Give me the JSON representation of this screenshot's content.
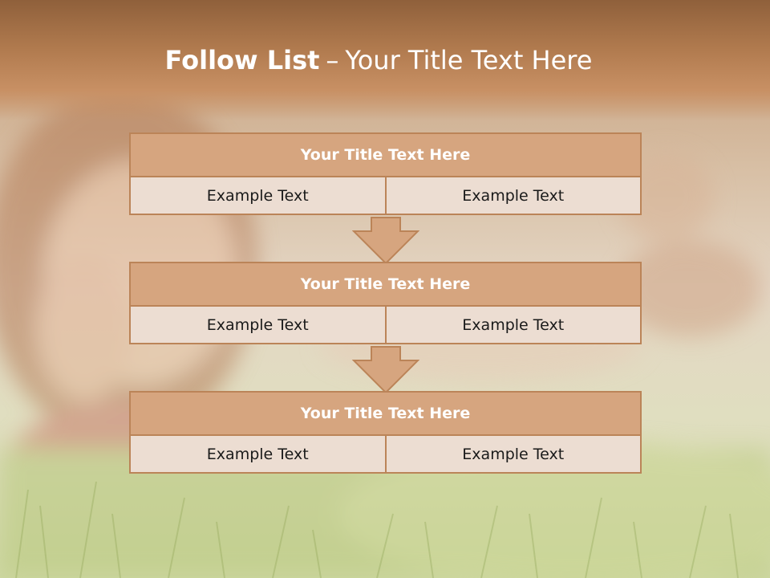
{
  "slide": {
    "title_bold": "Follow List",
    "title_separator": "–",
    "title_rest": "Your Title Text Here"
  },
  "blocks": [
    {
      "header": "Your Title Text Here",
      "left": "Example Text",
      "right": "Example Text"
    },
    {
      "header": "Your Title Text Here",
      "left": "Example Text",
      "right": "Example Text"
    },
    {
      "header": "Your Title Text Here",
      "left": "Example Text",
      "right": "Example Text"
    }
  ],
  "colors": {
    "banner": "#b07a4e",
    "header_fill": "#d6a57f",
    "cell_fill": "#ecddd2",
    "border": "#bb8458"
  }
}
